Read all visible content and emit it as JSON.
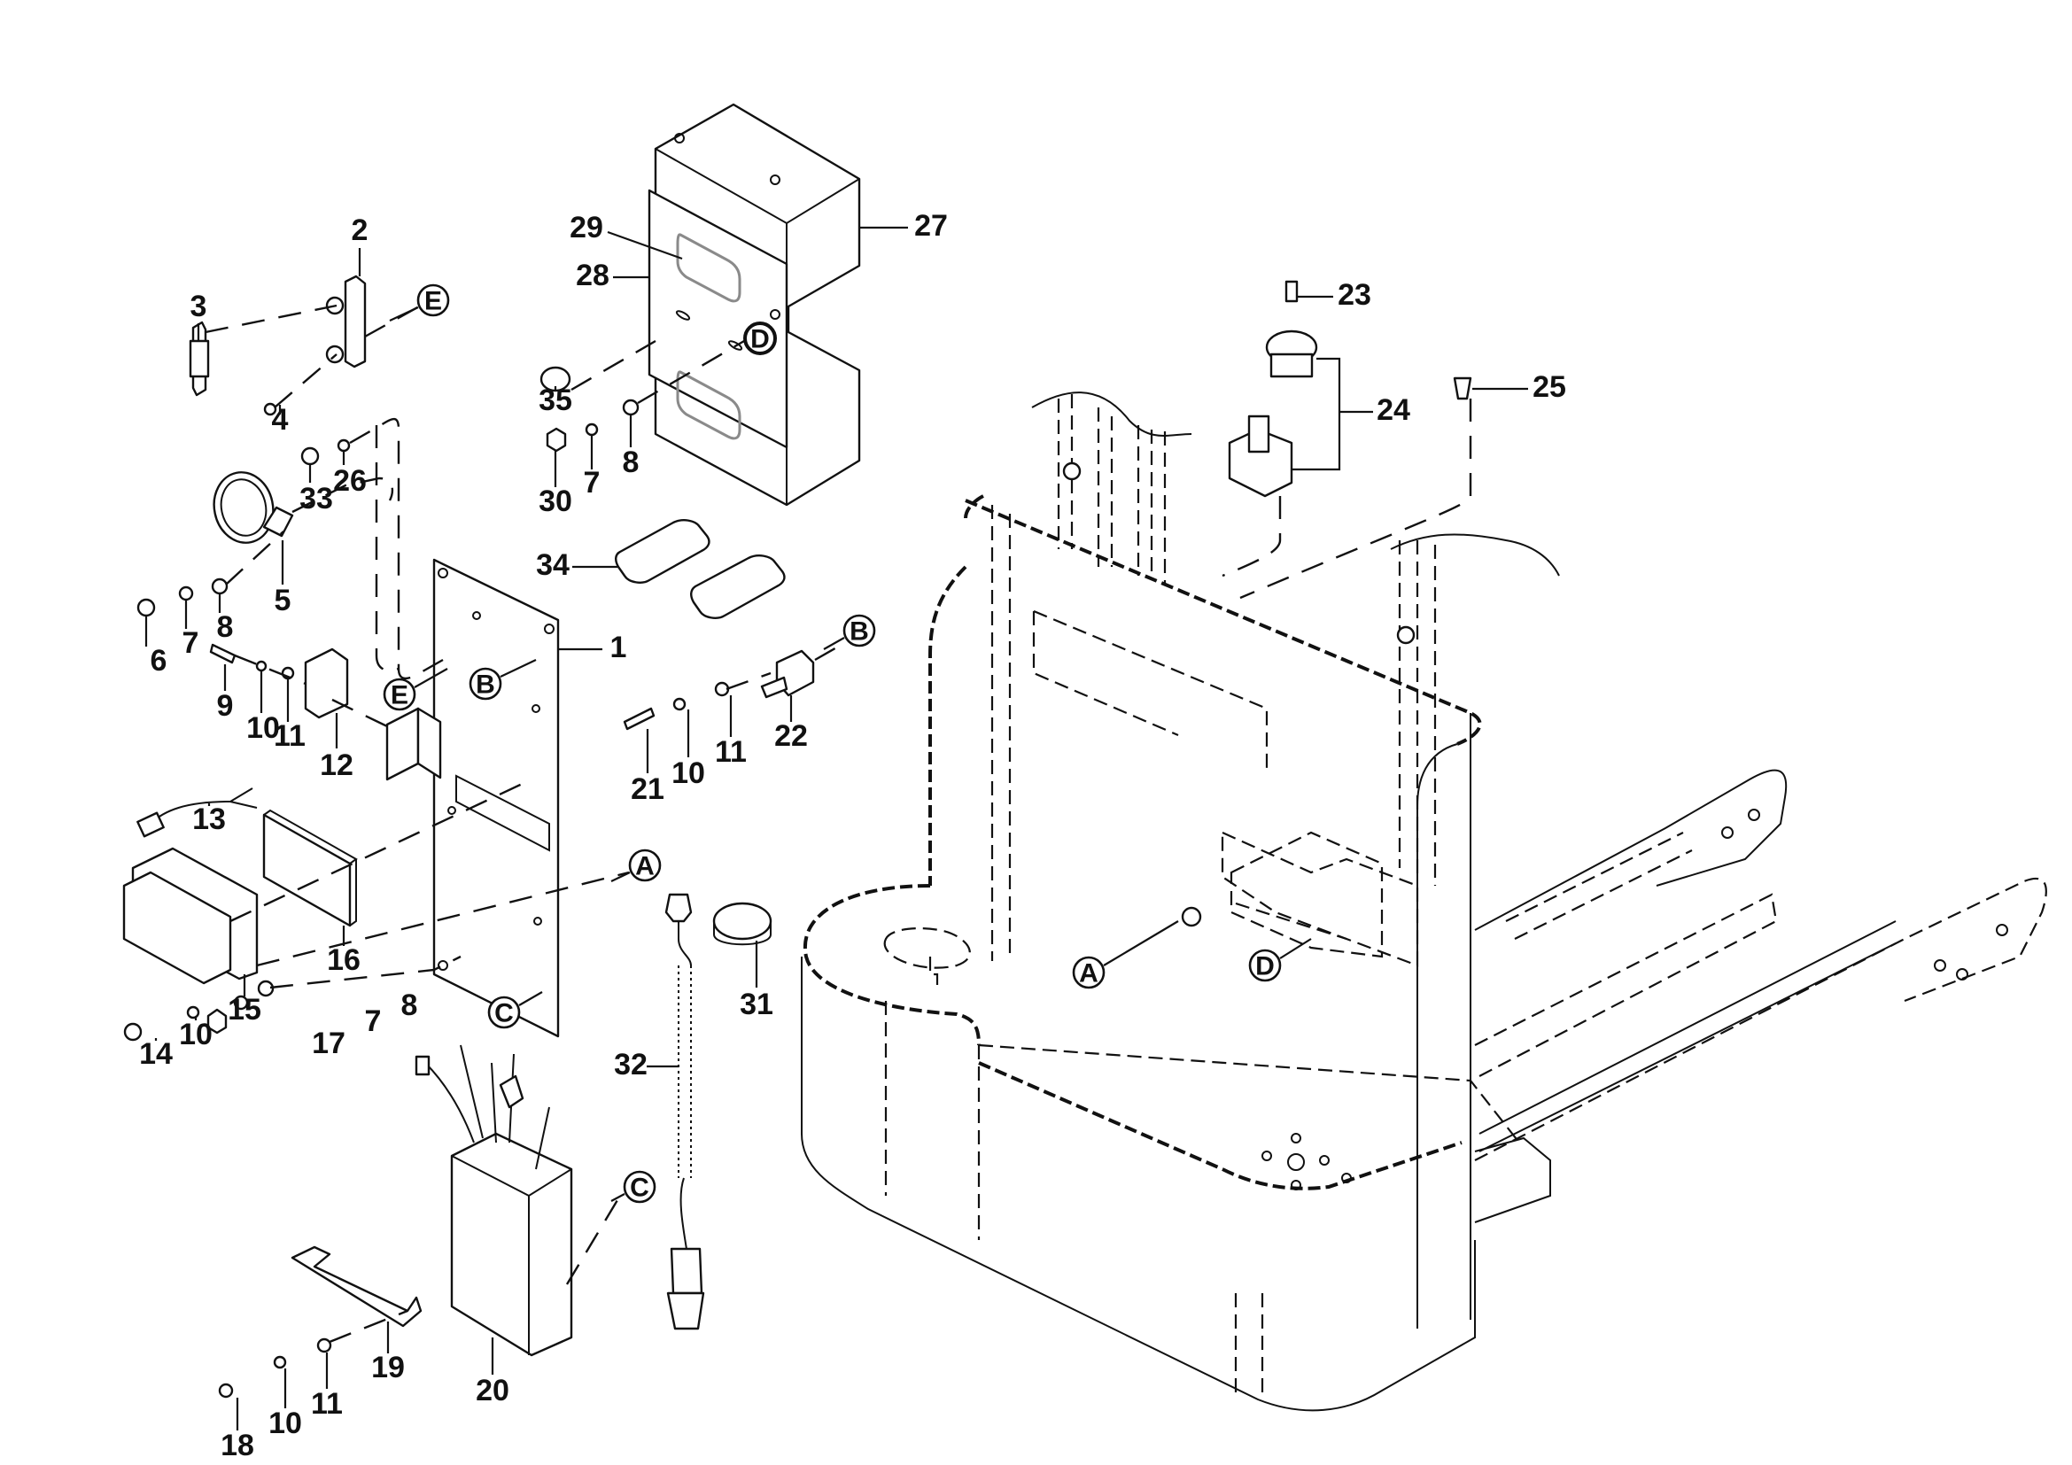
{
  "diagram": {
    "type": "exploded-parts-diagram",
    "subject": "Electric pallet stacker electrical components",
    "part_numbers": {
      "p1": "1",
      "p2": "2",
      "p3": "3",
      "p4": "4",
      "p5": "5",
      "p6": "6",
      "p7a": "7",
      "p7b": "7",
      "p7c": "7",
      "p8a": "8",
      "p8b": "8",
      "p8c": "8",
      "p9": "9",
      "p10a": "10",
      "p10b": "10",
      "p10c": "10",
      "p10d": "10",
      "p11a": "11",
      "p11b": "11",
      "p11c": "11",
      "p12": "12",
      "p13": "13",
      "p14": "14",
      "p15": "15",
      "p16": "16",
      "p17": "17",
      "p18": "18",
      "p19": "19",
      "p20": "20",
      "p21": "21",
      "p22": "22",
      "p23": "23",
      "p24": "24",
      "p25": "25",
      "p26": "26",
      "p27": "27",
      "p28": "28",
      "p29": "29",
      "p30": "30",
      "p31": "31",
      "p32": "32",
      "p33": "33",
      "p34": "34",
      "p35": "35"
    },
    "reference_markers": {
      "a_plate": "A",
      "a_truck": "A",
      "b_plate": "B",
      "b_connector": "B",
      "c_plate": "C",
      "c_converter": "C",
      "d_box": "D",
      "d_truck": "D",
      "e_fuse": "E",
      "e_plate": "E"
    }
  }
}
